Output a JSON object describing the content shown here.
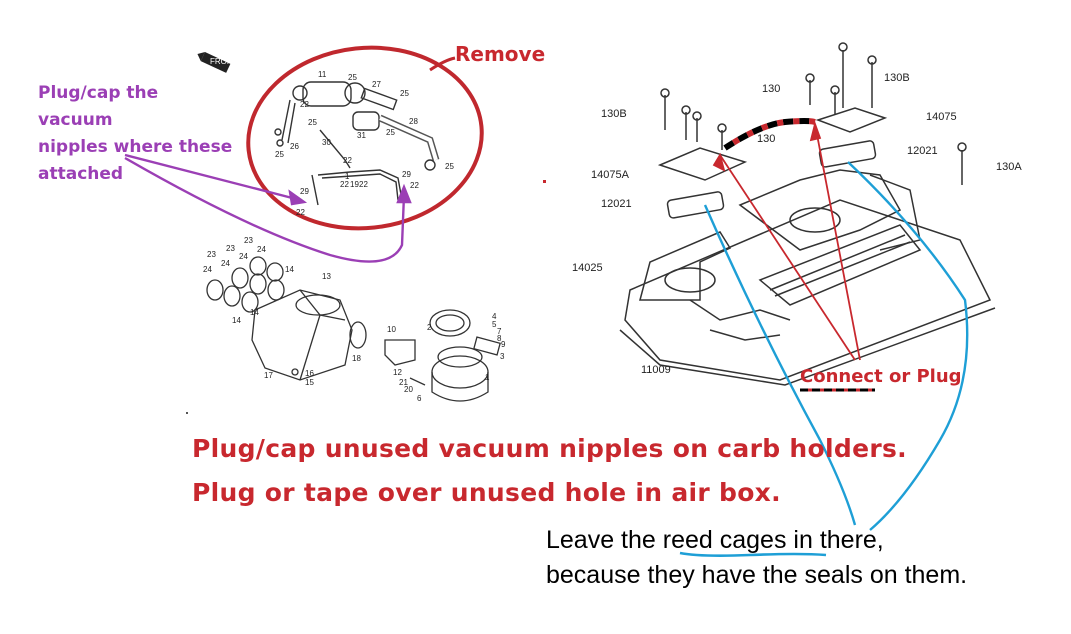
{
  "annotations": {
    "remove": "Remove",
    "plug_cap_vacuum": [
      "Plug/cap the vacuum",
      "nipples where these",
      "attached"
    ],
    "connect_or_plug": "Connect or Plug",
    "instructions": [
      "Plug/cap unused vacuum nipples on carb holders.",
      "Plug or tape over unused hole in air box."
    ],
    "leave_line1_prefix": "Leave the ",
    "leave_line1_emph": "reed cages",
    "leave_line1_suffix": " in there,",
    "leave_line2": "because they have the seals on them."
  },
  "diagram_left": {
    "front_badge": "FRONT",
    "labels": [
      "11",
      "25",
      "27",
      "25",
      "22",
      "26",
      "25",
      "31",
      "25",
      "28",
      "30",
      "25",
      "25",
      "22",
      "22",
      "19",
      "22",
      "29",
      "1",
      "29",
      "22",
      "22",
      "23",
      "23",
      "23",
      "24",
      "24",
      "24",
      "24",
      "14",
      "13",
      "14",
      "14",
      "10",
      "18",
      "2",
      "4",
      "5",
      "7",
      "8",
      "9",
      "3",
      "12",
      "21",
      "20",
      "6",
      "1",
      "17",
      "16",
      "15"
    ]
  },
  "diagram_right": {
    "labels": [
      "130B",
      "130",
      "130B",
      "14075",
      "130",
      "12021",
      "130A",
      "14075A",
      "12021",
      "14025",
      "11009"
    ]
  },
  "colors": {
    "red_text": "#c8282e",
    "purple_text": "#9b3fb5",
    "blue_line": "#1e9fd6",
    "remove_ellipse": "#c0282e"
  }
}
